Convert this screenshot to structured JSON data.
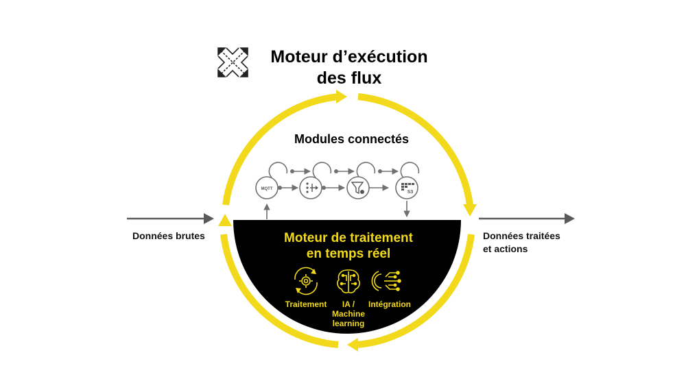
{
  "title": {
    "line1": "Moteur d’exécution",
    "line2": "des flux"
  },
  "input_label": "Données brutes",
  "output_label": {
    "line1": "Données traitées",
    "line2": "et actions"
  },
  "modules": {
    "title": "Modules connectés",
    "nodes": [
      {
        "icon": "mqtt-icon",
        "text": "MQTT"
      },
      {
        "icon": "split-icon",
        "text": ""
      },
      {
        "icon": "filter-gear-icon",
        "text": ""
      },
      {
        "icon": "s3-storage-icon",
        "text": "S3"
      }
    ]
  },
  "engine": {
    "line1": "Moteur de traitement",
    "line2": "en temps réel",
    "features": [
      {
        "icon": "processing-gear-icon",
        "label": "Traitement"
      },
      {
        "icon": "brain-chip-icon",
        "label": "IA /\nMachine\nlearning"
      },
      {
        "icon": "integration-icon",
        "label": "Intégration"
      }
    ]
  },
  "colors": {
    "accent": "#f2d91c",
    "dark": "#000000",
    "arrow": "#5a5a5a",
    "node_stroke": "#707070"
  }
}
